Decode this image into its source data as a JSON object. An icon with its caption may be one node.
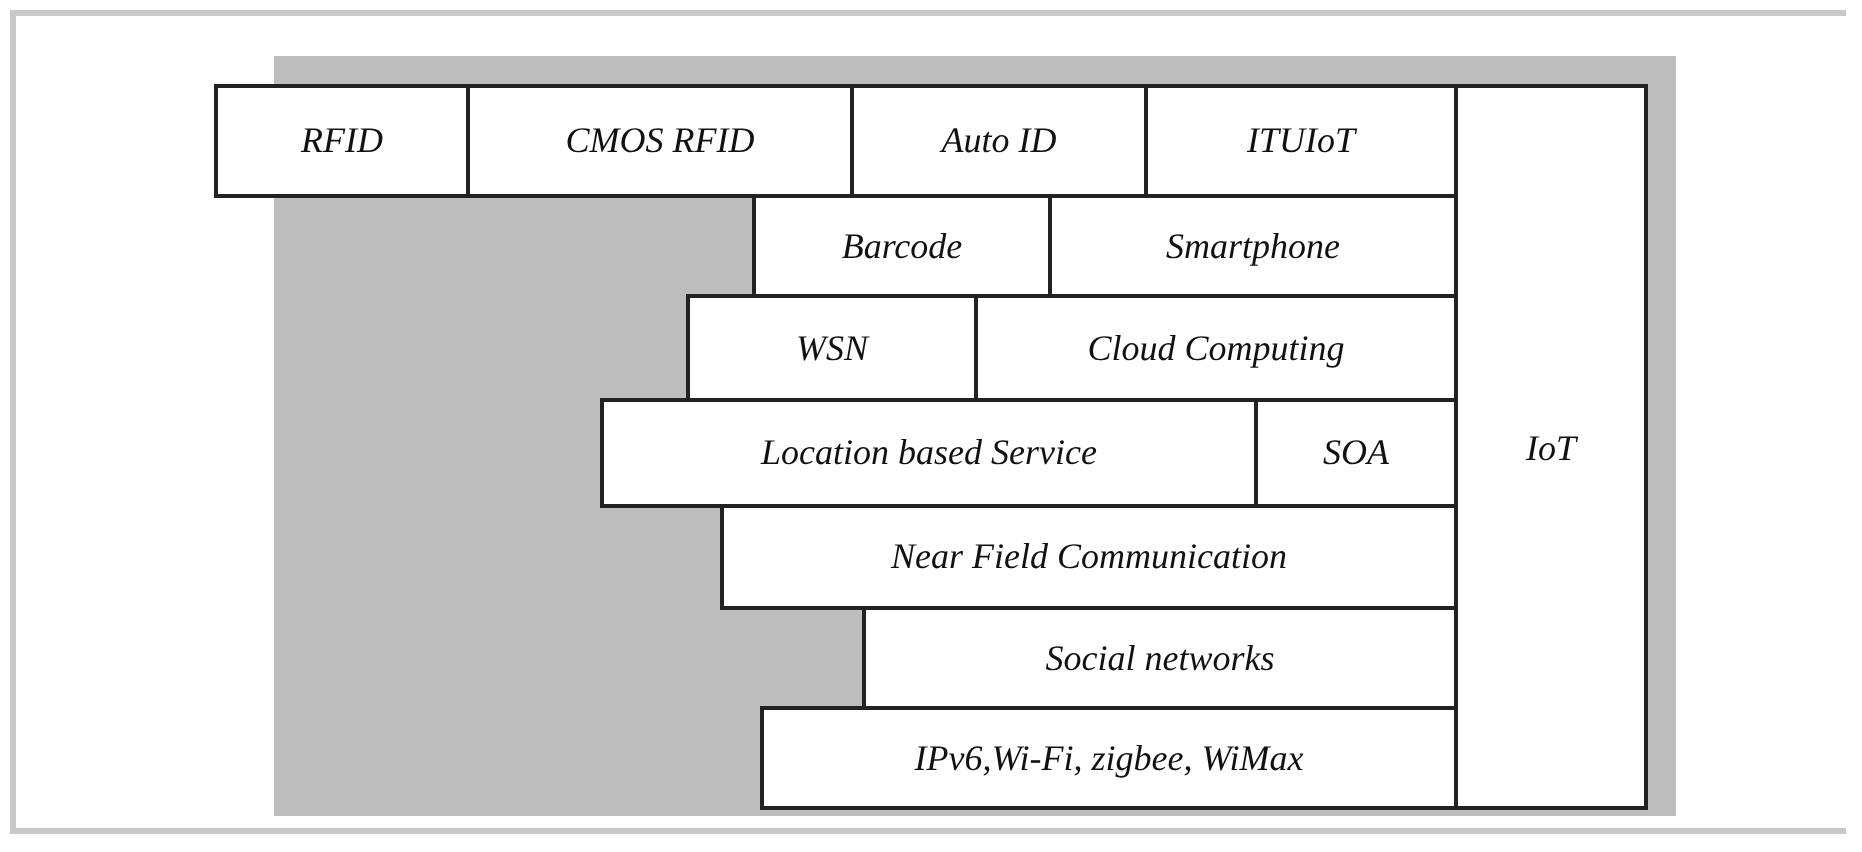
{
  "diagram": {
    "nodes": [
      {
        "text": [
          "RFID"
        ]
      },
      {
        "text": [
          "CMOS RFID"
        ]
      },
      {
        "text": [
          "Auto ID"
        ]
      },
      {
        "text": [
          "ITUIoT"
        ]
      },
      {
        "text": [
          "IoT"
        ]
      },
      {
        "text": [
          "Barcode"
        ]
      },
      {
        "text": [
          "Smartphone"
        ]
      },
      {
        "text": [
          "WSN"
        ]
      },
      {
        "text": [
          "Cloud Computing"
        ]
      },
      {
        "text": [
          "Location based Service"
        ]
      },
      {
        "text": [
          "SOA"
        ]
      },
      {
        "text": [
          "Near Field Communication"
        ]
      },
      {
        "text": [
          "Social networks"
        ]
      },
      {
        "text": [
          "IPv6,Wi-Fi, zigbee, WiMax"
        ]
      }
    ]
  }
}
